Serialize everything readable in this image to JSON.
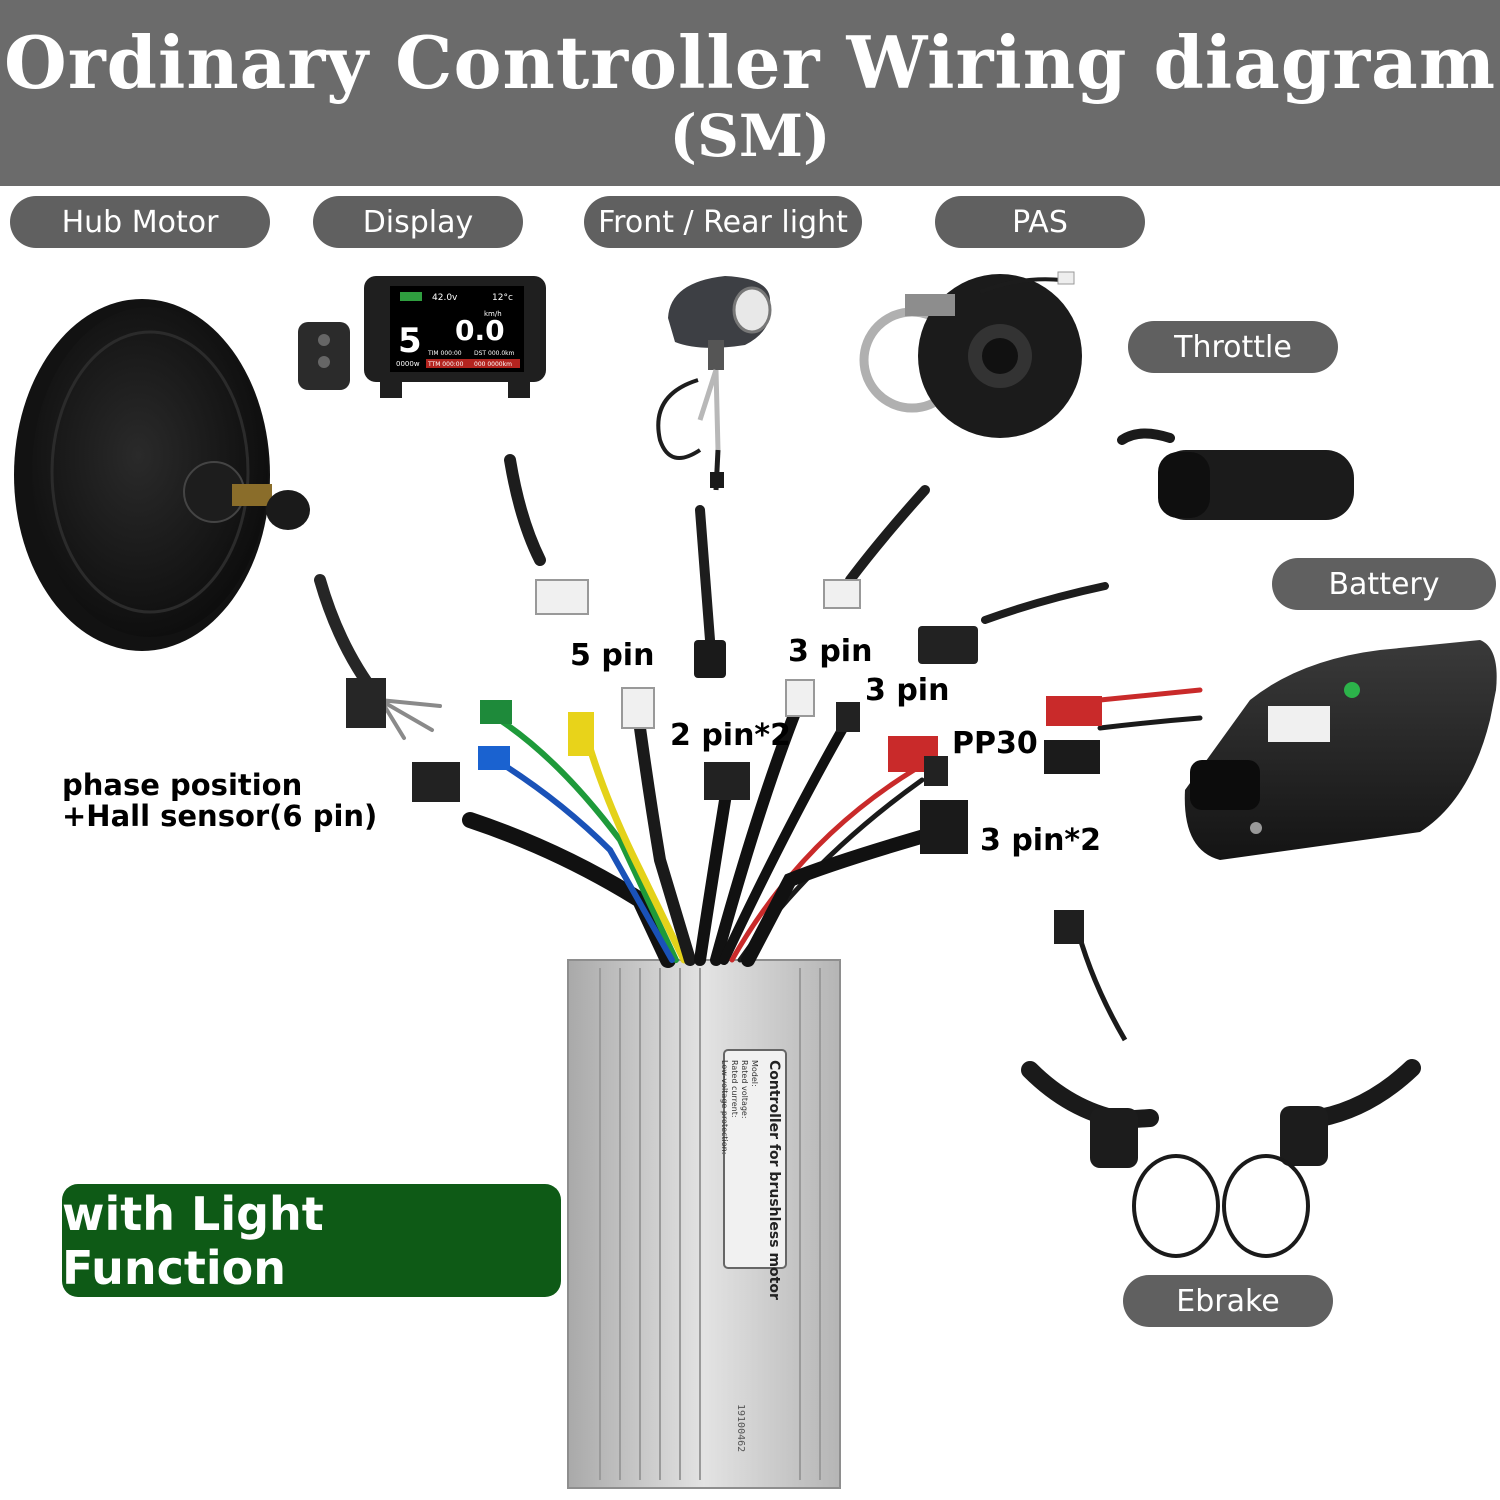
{
  "title": {
    "line1": "Ordinary Controller Wiring diagram",
    "line2": "(SM)"
  },
  "components": {
    "hub_motor": "Hub Motor",
    "display": "Display",
    "light": "Front / Rear light",
    "pas": "PAS",
    "throttle": "Throttle",
    "battery": "Battery",
    "ebrake": "Ebrake"
  },
  "connectors": {
    "display": "5 pin",
    "light": "2 pin*2",
    "pas": "3 pin",
    "throttle": "3 pin",
    "battery": "PP30",
    "ebrake": "3 pin*2"
  },
  "phase": {
    "line1": "phase position",
    "line2": "+Hall sensor(6 pin)"
  },
  "feature": "with Light Function",
  "display_screen": {
    "voltage": "42.0v",
    "temp": "12°c",
    "speed": "0.0",
    "speed_unit": "km/h",
    "level": "5",
    "power": "0000w",
    "tim": "TIM 000:00",
    "dst": "DST 000.0km",
    "ttm": "TTM 000:00",
    "odo": "000 0000km"
  },
  "controller_label": {
    "title": "Controller for brushless motor",
    "model": "Model:",
    "voltage": "Rated voltage:",
    "current": "Rated current:",
    "lowvolt": "Low-voltage protection:",
    "serial": "19100462"
  },
  "colors": {
    "header": "#6b6b6b",
    "pill": "#606060",
    "feature_bg": "#0e5a16"
  }
}
